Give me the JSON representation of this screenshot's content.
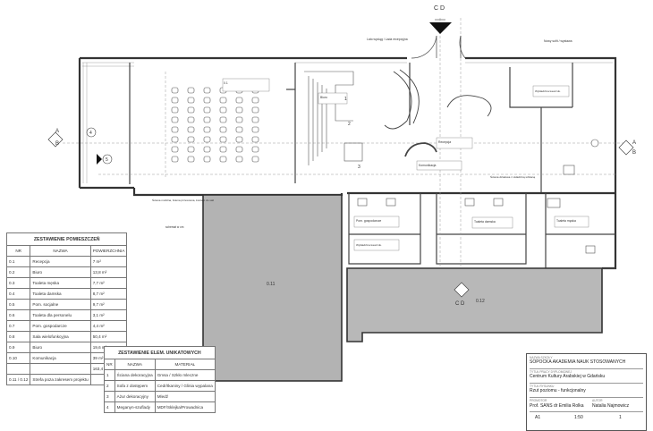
{
  "section_markers": {
    "top": "C D",
    "bottom": "C D",
    "left_a": "A",
    "left_b": "B",
    "right_a": "A",
    "right_b": "B"
  },
  "grid_numbers": {
    "left_1": "4",
    "left_2": "5",
    "room_num_1": "1",
    "room_num_2": "2",
    "room_num_3": "3"
  },
  "annotations": {
    "top_lift": "Lato wyciąg / Lada recepcyjna",
    "top_right": "Nowy sufit / wystawa",
    "mid_window": "Ściana działowa z okładziną szklaną",
    "below_left": "Ściana mobilna, brama przesuwna, kontakt do sali",
    "scale_note": "schemat w cm"
  },
  "rooms_in_plan": {
    "room_01_name": "0.1",
    "reception_label": "Recepcja",
    "room_02_label": "Biuro",
    "room_03_label": "Komunikacja",
    "room_04_label": "Pom. gospodarcze",
    "room_05_label": "Toaleta damska",
    "room_06_label": "Toaleta męska",
    "big_room_left": "0.11",
    "big_room_right": "0.12",
    "area_tag_1": "Wykładzina kauczuk.",
    "area_tag_2": "Wykładzina kauczuk."
  },
  "rooms_table": {
    "title": "ZESTAWIENIE POMIESZCZEŃ",
    "headers": [
      "NR",
      "NAZWA",
      "POWIERZCHNIA"
    ],
    "rows": [
      [
        "0.1",
        "Recepcja",
        "7 m²"
      ],
      [
        "0.2",
        "Biuro",
        "13,8 m²"
      ],
      [
        "0.3",
        "Toaleta męska",
        "7,7 m²"
      ],
      [
        "0.4",
        "Toaleta damska",
        "8,7 m²"
      ],
      [
        "0.5",
        "Pom. socjalne",
        "9,7 m²"
      ],
      [
        "0.6",
        "Toaleta dla personelu",
        "3,1 m²"
      ],
      [
        "0.7",
        "Pom. gospodarcze",
        "4,4 m²"
      ],
      [
        "0.8",
        "Sala wielofunkcyjna",
        "50,4 m²"
      ],
      [
        "0.9",
        "Biuro",
        "19,6 m²"
      ],
      [
        "0.10",
        "Komunikacja",
        "39 m²"
      ],
      [
        "",
        "",
        "163,4 m²"
      ],
      [
        "0.11 / 0.12",
        "Strefa poza zakresem projektu",
        ""
      ]
    ]
  },
  "elements_table": {
    "title": "ZESTAWIENIE ELEM. UNIKATOWYCH",
    "headers": [
      "NR",
      "NAZWA",
      "MATERIAŁ"
    ],
    "rows": [
      [
        "1",
        "Ściana dekoracyjna",
        "Gmsa / Szkło mleczne"
      ],
      [
        "2",
        "Sofa z dostępem",
        "Cedr/tkaniny / Glinia wypalana"
      ],
      [
        "3",
        "Ażur dekoracyjny",
        "Mledź"
      ],
      [
        "4",
        "Meganyn-szuflady",
        "MDF/Sklejka/Prowadnica"
      ]
    ]
  },
  "title_block": {
    "school_label": "NAZWA SZKOŁY",
    "school": "SOPOCKA AKADEMIA NAUK STOSOWANYCH",
    "project_label": "TYTUŁ PRACY DYPLOMOWEJ",
    "project": "Centrum Kultury Arabskiej w Gdańsku",
    "sheet_label": "TYTUŁ RYSUNKU",
    "sheet": "Rzut poziomu - funkcjonalny",
    "promoter_label": "PROMOTOR",
    "promoter": "Prof. SANS dr Emilia Rolka",
    "author_label": "AUTOR",
    "author": "Natalia Najmowicz",
    "scale": "1:50",
    "sheet_no": "1",
    "rev": "A1"
  }
}
